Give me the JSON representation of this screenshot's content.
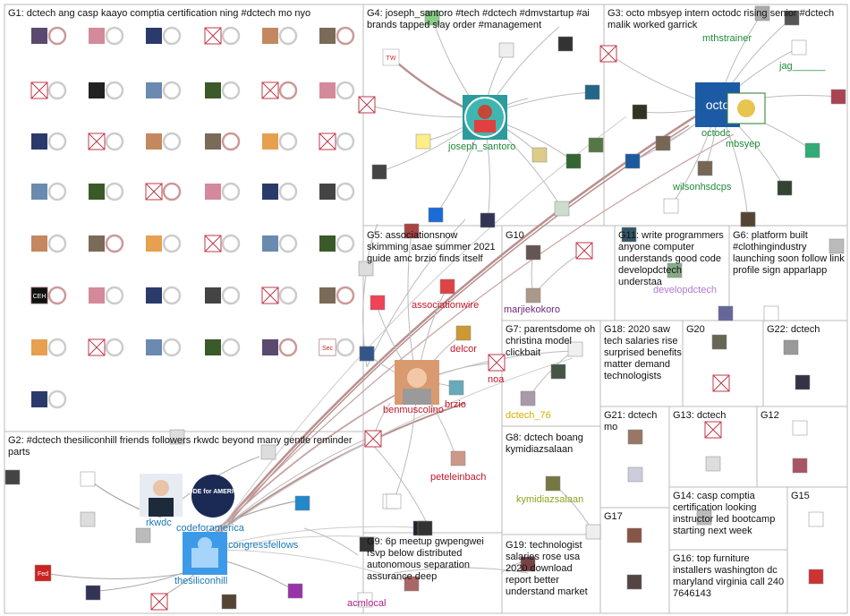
{
  "groups": [
    {
      "id": "G1",
      "title": "G1: dctech ang casp kaayo comptia certification ning #dctech mo nyo"
    },
    {
      "id": "G2",
      "title": "G2: #dctech thesiliconhill friends followers rkwdc beyond many gentle reminder parts"
    },
    {
      "id": "G3",
      "title": "G3: octo mbsyep intern octodc rising senior #dctech malik worked garrick"
    },
    {
      "id": "G4",
      "title": "G4: joseph_santoro #tech #dctech #dmvstartup #ai brands tapped slay order #management"
    },
    {
      "id": "G5",
      "title": "G5: associationsnow skimming asae summer 2021 guide amc brzio finds itself"
    },
    {
      "id": "G6",
      "title": "G6: platform built #clothingindustry launching soon follow link profile sign apparlapp"
    },
    {
      "id": "G7",
      "title": "G7: parentsdome oh christina model clickbait"
    },
    {
      "id": "G8",
      "title": "G8: dctech boang kymidiazsalaan"
    },
    {
      "id": "G9",
      "title": "G9: 6p meetup gwpengwei rsvp below distributed autonomous separation assurance deep"
    },
    {
      "id": "G10",
      "title": "G10"
    },
    {
      "id": "G11",
      "title": "G11: write programmers anyone computer understands good code developdctech understaa"
    },
    {
      "id": "G12",
      "title": "G12"
    },
    {
      "id": "G13",
      "title": "G13: dctech"
    },
    {
      "id": "G14",
      "title": "G14: casp comptia certification looking instructor led bootcamp starting next week"
    },
    {
      "id": "G15",
      "title": "G15"
    },
    {
      "id": "G16",
      "title": "G16: top furniture installers washington dc maryland virginia call 240 7646143"
    },
    {
      "id": "G17",
      "title": "G17"
    },
    {
      "id": "G18",
      "title": "G18: 2020 saw tech salaries rise surprised benefits matter demand technologists"
    },
    {
      "id": "G19",
      "title": "G19: technologist salaries rose usa 2020 download report better understand market"
    },
    {
      "id": "G20",
      "title": "G20"
    },
    {
      "id": "G21",
      "title": "G21: dctech mo"
    },
    {
      "id": "G22",
      "title": "G22: dctech"
    }
  ],
  "node_labels": [
    {
      "id": "joseph_santoro",
      "text": "joseph_santoro",
      "color": "#1f8a3a"
    },
    {
      "id": "mthstrainer",
      "text": "mthstrainer",
      "color": "#1f8a3a"
    },
    {
      "id": "jag",
      "text": "jag______",
      "color": "#1f8a3a"
    },
    {
      "id": "octodc",
      "text": "octodc",
      "color": "#1f8a3a"
    },
    {
      "id": "mbsyep",
      "text": "mbsyep",
      "color": "#1f8a3a"
    },
    {
      "id": "wilsonhsdcps",
      "text": "wilsonhsdcps",
      "color": "#1f8a3a"
    },
    {
      "id": "associationwire",
      "text": "associationwire",
      "color": "#c0182a"
    },
    {
      "id": "delcor",
      "text": "delcor",
      "color": "#c0182a"
    },
    {
      "id": "noa",
      "text": "noa",
      "color": "#c0182a"
    },
    {
      "id": "benmuscolino",
      "text": "benmuscolino",
      "color": "#c0182a"
    },
    {
      "id": "brzio",
      "text": "brzio",
      "color": "#c0182a"
    },
    {
      "id": "peteleinbach",
      "text": "peteleinbach",
      "color": "#c0182a"
    },
    {
      "id": "marjiekokoro",
      "text": "marjiekokoro",
      "color": "#6a2a7a"
    },
    {
      "id": "developdctech",
      "text": "developdctech",
      "color": "#b07ad0"
    },
    {
      "id": "dctech_76",
      "text": "dctech_76",
      "color": "#d4b000"
    },
    {
      "id": "kymidiazsalaan",
      "text": "kymidiazsalaan",
      "color": "#8aa61c"
    },
    {
      "id": "rkwdc",
      "text": "rkwdc",
      "color": "#1a78b8"
    },
    {
      "id": "codeforamerica",
      "text": "codeforamerica",
      "color": "#1a78b8"
    },
    {
      "id": "congressfellows",
      "text": "congressfellows",
      "color": "#1a78b8"
    },
    {
      "id": "thesiliconhill",
      "text": "thesiliconhill",
      "color": "#1a78b8"
    },
    {
      "id": "acmlocal",
      "text": "acmlocal",
      "color": "#b0208a"
    }
  ],
  "avatar_text": {
    "octo": "octo",
    "code_for_america": "CODE for AMERICA",
    "ceh": "CEH",
    "tw": "TW",
    "fed": "Fed",
    "sec": "Sec"
  }
}
